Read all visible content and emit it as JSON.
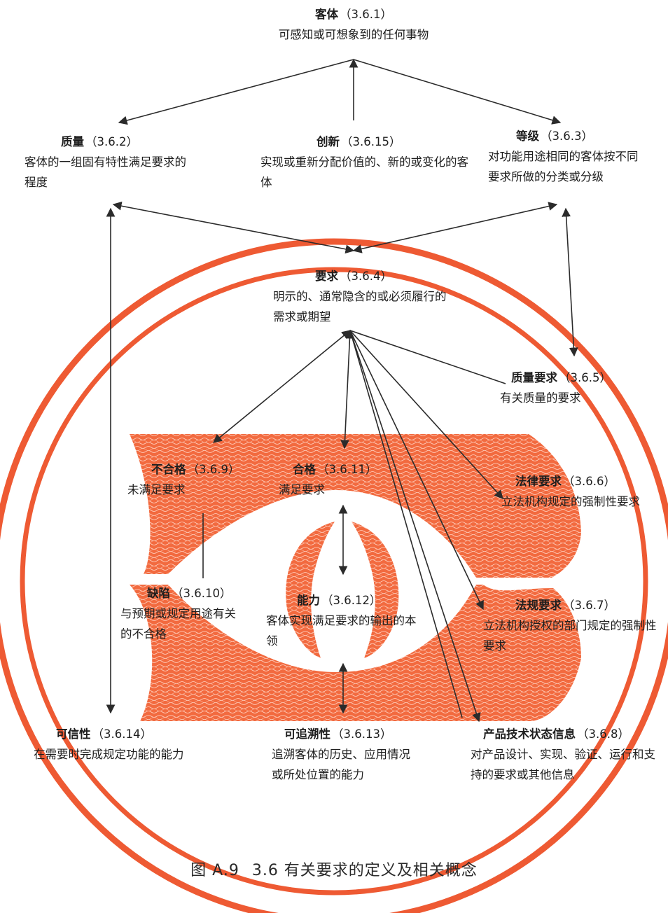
{
  "caption": {
    "figure_label": "图 A.9",
    "title": "3.6 有关要求的定义及相关概念"
  },
  "concepts": {
    "object": {
      "title": "客体",
      "number": "（3.6.1）",
      "definition": "可感知或可想象到的任何事物"
    },
    "quality": {
      "title": "质量",
      "number": "（3.6.2）",
      "definition": "客体的一组固有特性满足要求的程度"
    },
    "innovation": {
      "title": "创新",
      "number": "（3.6.15）",
      "definition": "实现或重新分配价值的、新的或变化的客体"
    },
    "grade": {
      "title": "等级",
      "number": "（3.6.3）",
      "definition": "对功能用途相同的客体按不同要求所做的分类或分级"
    },
    "requirement": {
      "title": "要求",
      "number": "（3.6.4）",
      "definition": "明示的、通常隐含的或必须履行的需求或期望"
    },
    "quality_req": {
      "title": "质量要求",
      "number": "（3.6.5）",
      "definition": "有关质量的要求"
    },
    "statutory_req": {
      "title": "法律要求",
      "number": "（3.6.6）",
      "definition": "立法机构规定的强制性要求"
    },
    "regulatory_req": {
      "title": "法规要求",
      "number": "（3.6.7）",
      "definition": "立法机构授权的部门规定的强制性要求"
    },
    "config_info": {
      "title": "产品技术状态信息",
      "number": "（3.6.8）",
      "definition": "对产品设计、实现、验证、运行和支持的要求或其他信息"
    },
    "nonconformity": {
      "title": "不合格",
      "number": "（3.6.9）",
      "definition": "未满足要求"
    },
    "defect": {
      "title": "缺陷",
      "number": "（3.6.10）",
      "definition": "与预期或规定用途有关的不合格"
    },
    "conformity": {
      "title": "合格",
      "number": "（3.6.11）",
      "definition": "满足要求"
    },
    "capability": {
      "title": "能力",
      "number": "（3.6.12）",
      "definition": "客体实现满足要求的输出的本领"
    },
    "traceability": {
      "title": "可追溯性",
      "number": "（3.6.13）",
      "definition": "追溯客体的历史、应用情况或所处位置的能力"
    },
    "dependability": {
      "title": "可信性",
      "number": "（3.6.14）",
      "definition": "在需要时完成规定功能的能力"
    }
  },
  "colors": {
    "ring": "#ee5a33",
    "pattern": "#f0643a",
    "ink": "#2b2b2b"
  }
}
